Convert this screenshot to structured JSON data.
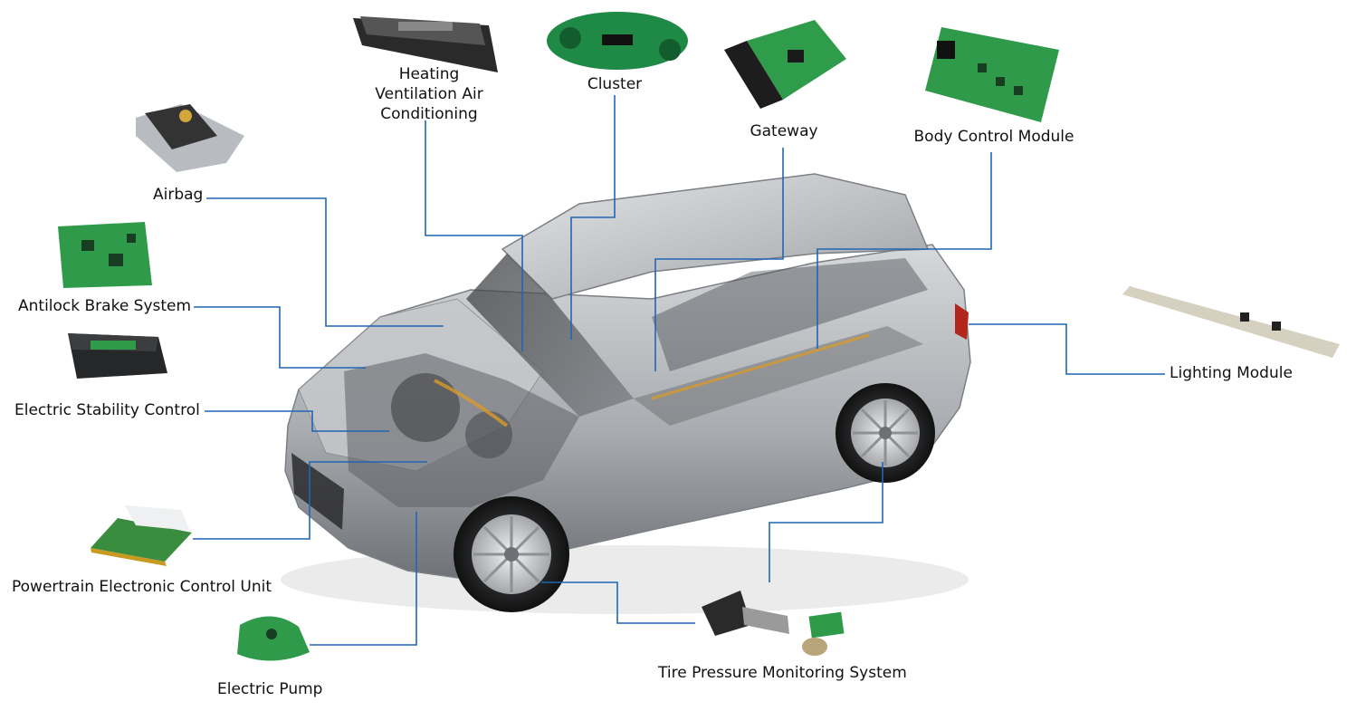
{
  "colors": {
    "connector": "#1f67b3",
    "car_body": "#a9acb0",
    "pcb_green": "#2f9b4a"
  },
  "labels": {
    "hvac": [
      "Heating",
      "Ventilation Air",
      "Conditioning"
    ],
    "cluster": "Cluster",
    "gateway": "Gateway",
    "bcm": "Body Control Module",
    "airbag": "Airbag",
    "abs": "Antilock Brake System",
    "esc": "Electric Stability Control",
    "pecu": "Powertrain Electronic Control Unit",
    "pump": "Electric Pump",
    "tpms": "Tire Pressure Monitoring System",
    "lighting": "Lighting Module"
  }
}
